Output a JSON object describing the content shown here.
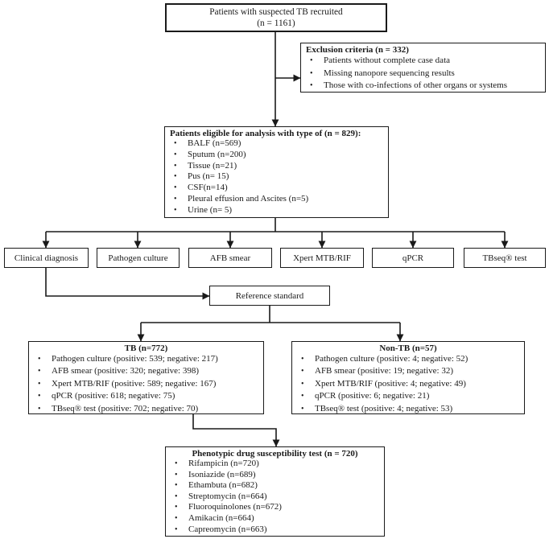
{
  "diagram": {
    "bullet": "•",
    "colors": {
      "line": "#1a1a1a",
      "border": "#1a1a1a",
      "text": "#1a1a1a",
      "background": "#ffffff"
    },
    "top_box": {
      "line1": "Patients with suspected TB recruited",
      "line2": "(n = 1161)"
    },
    "exclusion_box": {
      "title": "Exclusion criteria (n = 332)",
      "items": [
        "Patients without complete case data",
        "Missing nanopore sequencing results",
        "Those with co-infections of other organs or systems"
      ]
    },
    "eligible_box": {
      "title": "Patients eligible for analysis with type of (n = 829):",
      "items": [
        "BALF (n=569)",
        "Sputum (n=200)",
        "Tissue (n=21)",
        "Pus (n= 15)",
        "CSF(n=14)",
        "Pleural effusion and Ascites (n=5)",
        "Urine (n= 5)"
      ]
    },
    "method_boxes": [
      "Clinical diagnosis",
      "Pathogen culture",
      "AFB smear",
      "Xpert MTB/RIF",
      "qPCR",
      "TBseq® test"
    ],
    "reference_box": "Reference standard",
    "tb_box": {
      "title": "TB (n=772)",
      "items": [
        "Pathogen culture (positive: 539; negative: 217)",
        "AFB smear (positive: 320;  negative: 398)",
        "Xpert MTB/RIF (positive: 589; negative: 167)",
        "qPCR (positive: 618;  negative: 75)",
        "TBseq® test (positive: 702;  negative: 70)"
      ]
    },
    "nontb_box": {
      "title": "Non-TB (n=57)",
      "items": [
        "Pathogen culture (positive: 4;  negative: 52)",
        "AFB smear (positive: 19;  negative: 32)",
        "Xpert MTB/RIF (positive: 4;  negative: 49)",
        "qPCR (positive: 6;  negative: 21)",
        "TBseq® test (positive: 4;  negative: 53)"
      ]
    },
    "dst_box": {
      "title": "Phenotypic drug susceptibility test (n = 720)",
      "items": [
        "Rifampicin (n=720)",
        "Isoniazide (n=689)",
        "Ethambuta (n=682)",
        "Streptomycin (n=664)",
        "Fluoroquinolones (n=672)",
        "Amikacin (n=664)",
        "Capreomycin (n=663)"
      ]
    }
  }
}
